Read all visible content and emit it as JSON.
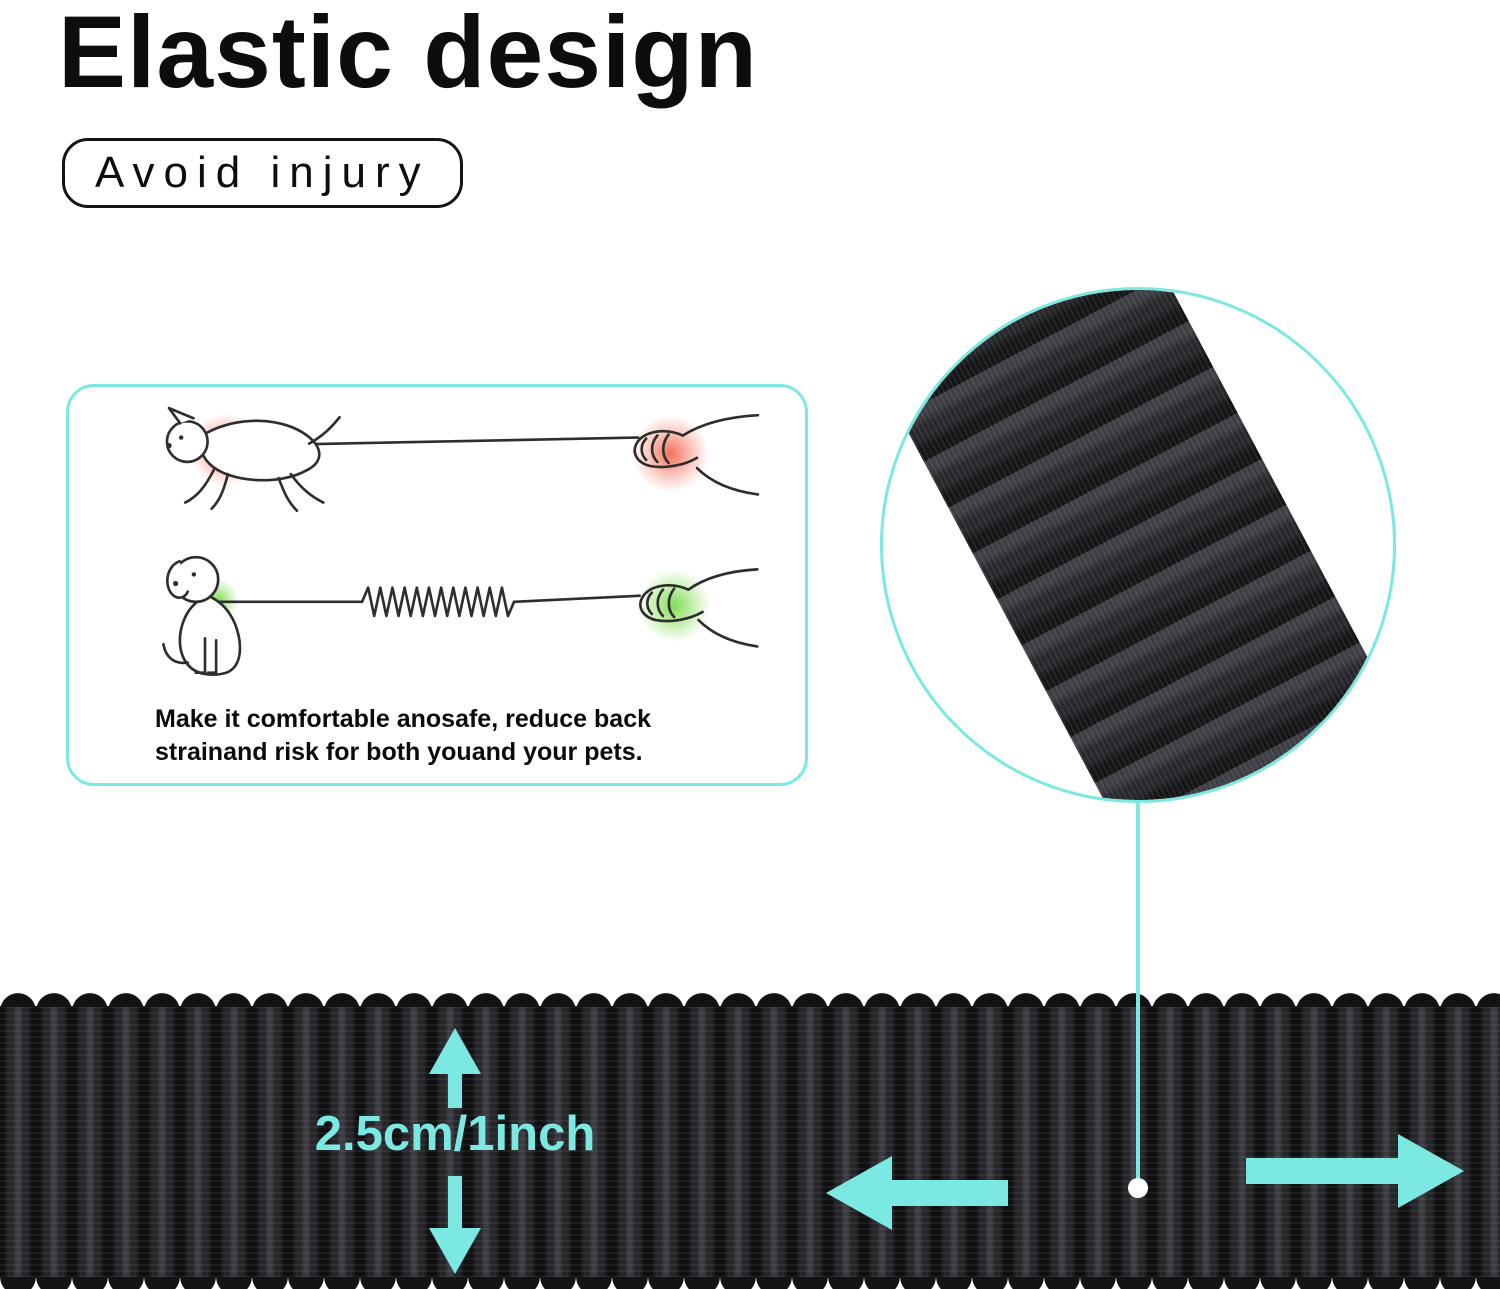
{
  "header": {
    "title": "Elastic design",
    "badge": "Avoid injury"
  },
  "info_panel": {
    "caption": "Make it comfortable anosafe, reduce back strainand risk for both youand your pets."
  },
  "leash": {
    "width_label": "2.5cm/1inch"
  },
  "icons": {
    "zoom_circle": "fabric-closeup",
    "up_down_arrow": "height-measure-arrow",
    "left_arrow": "stretch-arrow-left",
    "right_arrow": "stretch-arrow-right"
  },
  "colors": {
    "accent": "#7BE8E2",
    "fabric": "#131315",
    "strain-red": "#F1573D",
    "comfort-green": "#74D943"
  }
}
